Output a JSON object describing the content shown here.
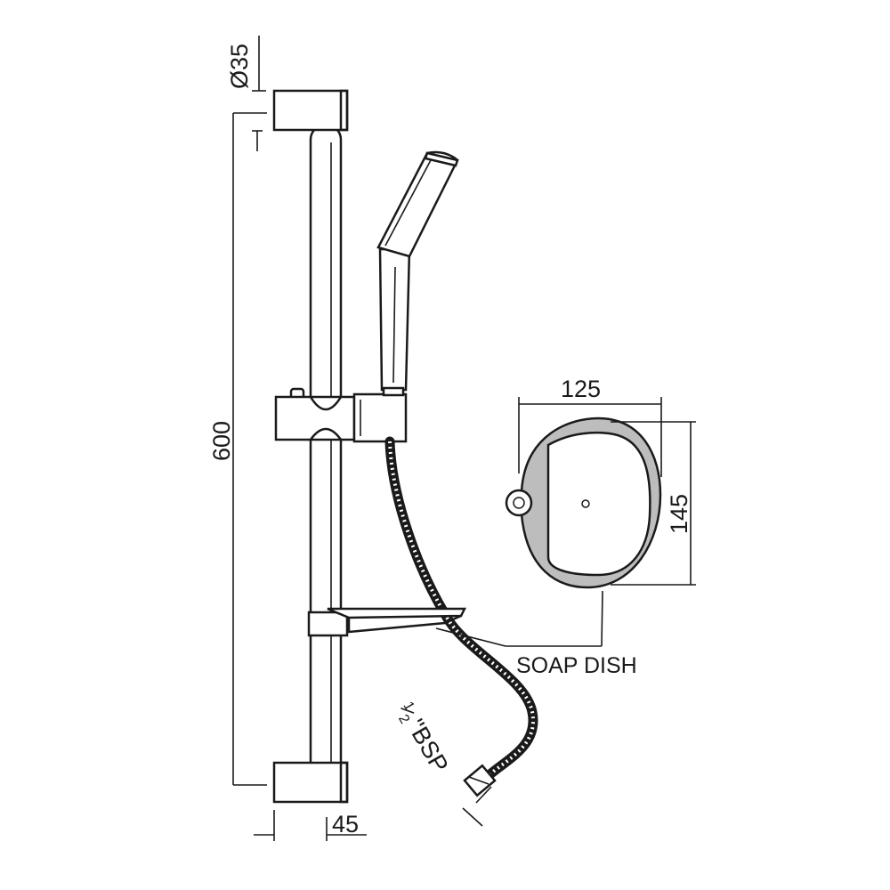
{
  "dimensions": {
    "pipe_diameter": "Ø35",
    "rail_length": "600",
    "dish_width": "125",
    "dish_depth": "145",
    "wall_offset": "45"
  },
  "labels": {
    "soap_dish": "SOAP DISH",
    "bsp_fraction_num": "1",
    "bsp_fraction_den": "2",
    "bsp_text": "\"BSP"
  }
}
